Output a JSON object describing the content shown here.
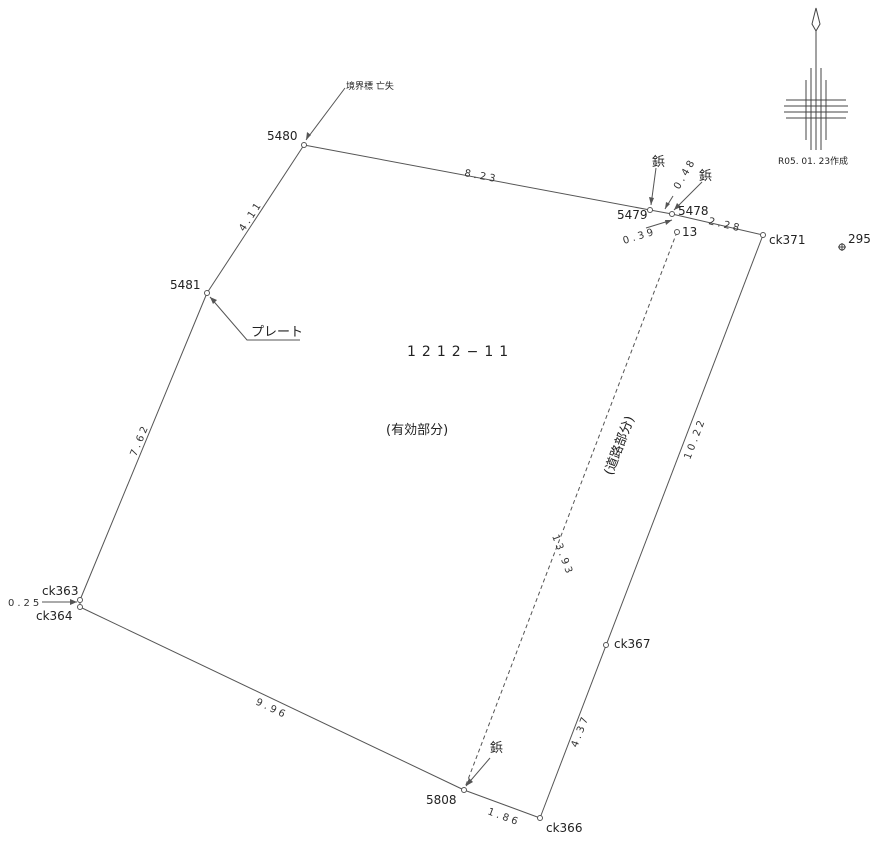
{
  "points": {
    "p5480": "5480",
    "p5479": "5479",
    "p5478": "5478",
    "p13": "13",
    "ck371": "ck371",
    "p295": "295",
    "p5481": "5481",
    "ck363": "ck363",
    "ck364": "ck364",
    "ck367": "ck367",
    "p5808": "5808",
    "ck366": "ck366"
  },
  "dimensions": {
    "top": "8.23",
    "left_upper": "4.11",
    "left_lower": "7.62",
    "bottom": "9.96",
    "right_upper": "10.22",
    "right_lower": "4.37",
    "bottom_short": "1.86",
    "top_right": "2.28",
    "diagonal": "13.93",
    "offset_048": "0.48",
    "offset_039": "0.39",
    "offset_025": "0.25"
  },
  "labels": {
    "boundary_marker": "境界標 亡失",
    "plate": "プレート",
    "stake_1": "鋲",
    "stake_2": "鋲",
    "stake_3": "鋲",
    "lot_number": "1212−11",
    "effective_part": "(有効部分)",
    "road_part": "(道路部分)",
    "created_date": "R05. 01. 23作成"
  }
}
